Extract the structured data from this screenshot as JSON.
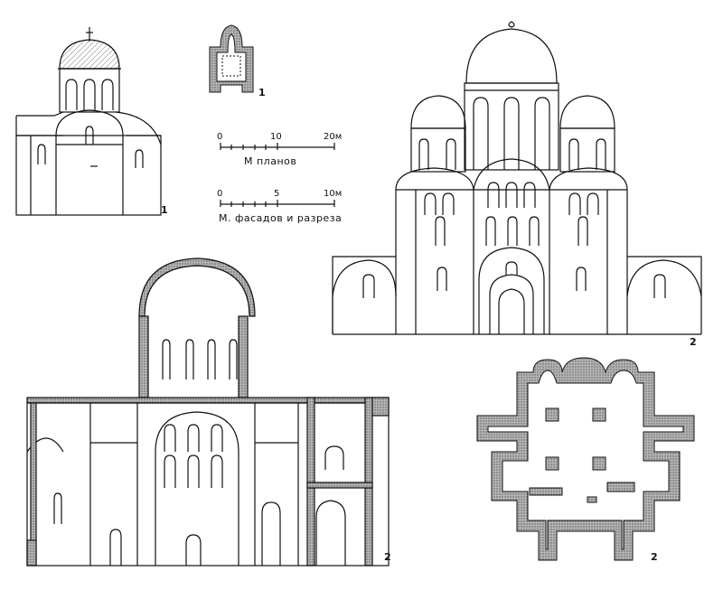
{
  "figure_labels": {
    "small_church_facade": "1",
    "small_church_plan": "1",
    "cathedral_facade": "2",
    "cathedral_section": "2",
    "cathedral_plan": "2"
  },
  "scale_plans": {
    "ticks": [
      "0",
      "10",
      "20м"
    ],
    "caption": "М  планов"
  },
  "scale_facades": {
    "ticks": [
      "0",
      "5",
      "10м"
    ],
    "caption": "М. фасадов и разреза"
  },
  "colors": {
    "ink": "#111111",
    "hatch": "#9a9a9a",
    "paper": "#ffffff"
  }
}
